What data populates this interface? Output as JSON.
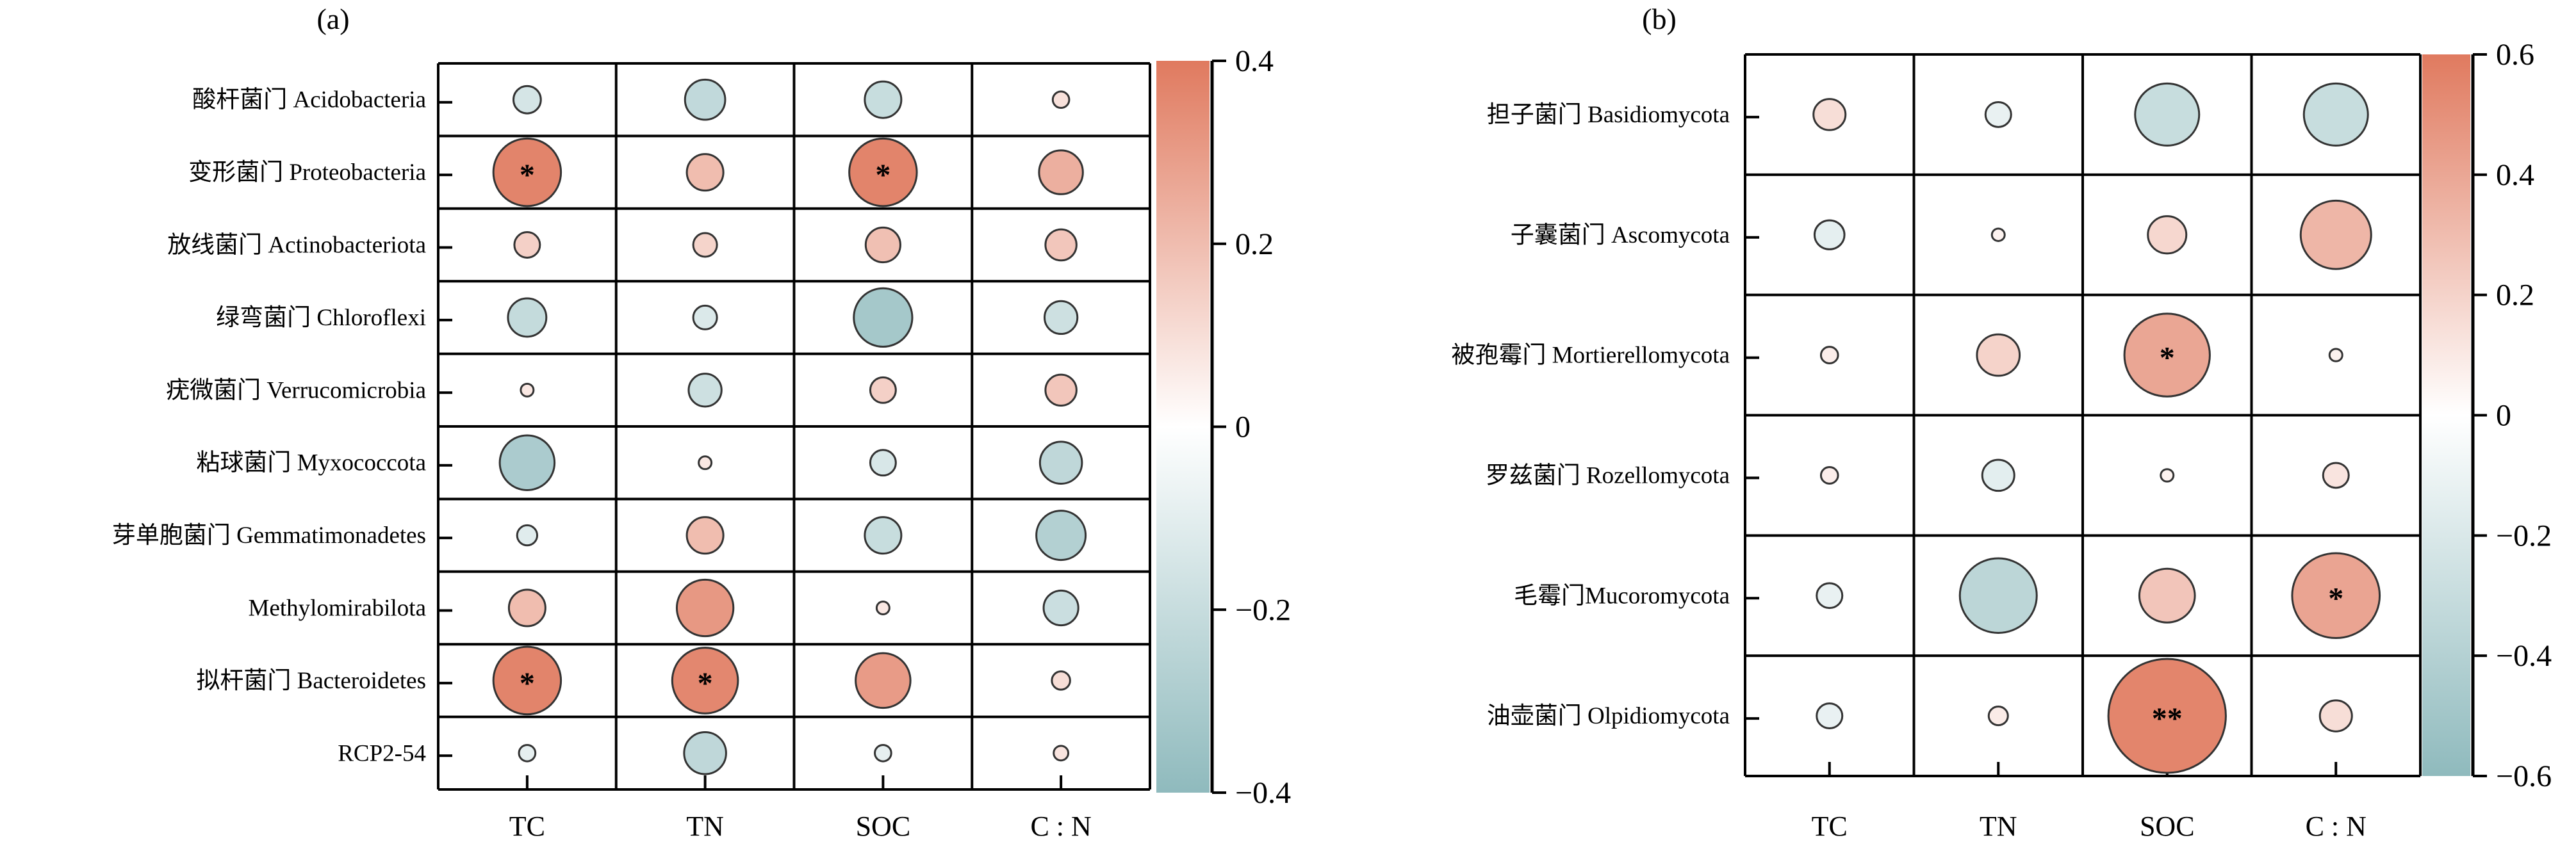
{
  "colors": {
    "high": "#E07A5F",
    "mid": "#FFFFFF",
    "low": "#8FBABD",
    "grid": "#000000",
    "stroke": "#333333"
  },
  "chart_data": [
    {
      "type": "heatmap",
      "panel_label": "(a)",
      "columns": [
        "TC",
        "TN",
        "SOC",
        "C : N"
      ],
      "rows": [
        "酸杆菌门 Acidobacteria",
        "变形菌门 Proteobacteria",
        "放线菌门 Actinobacteriota",
        "绿弯菌门 Chloroflexi",
        "疣微菌门 Verrucomicrobia",
        "粘球菌门 Myxococcota",
        "芽单胞菌门 Gemmatimonadetes",
        "Methylomirabilota",
        "拟杆菌门 Bacteroidetes",
        "RCP2-54"
      ],
      "values": [
        [
          -0.15,
          -0.22,
          -0.2,
          0.09
        ],
        [
          0.37,
          0.2,
          0.37,
          0.24
        ],
        [
          0.14,
          0.13,
          0.19,
          0.17
        ],
        [
          -0.21,
          -0.13,
          -0.32,
          -0.18
        ],
        [
          0.07,
          -0.18,
          0.14,
          0.17
        ],
        [
          -0.3,
          0.07,
          -0.14,
          -0.23
        ],
        [
          -0.11,
          0.2,
          -0.2,
          -0.27
        ],
        [
          0.2,
          0.31,
          0.07,
          -0.19
        ],
        [
          0.37,
          0.36,
          0.3,
          0.1
        ],
        [
          -0.09,
          -0.23,
          -0.09,
          0.08
        ]
      ],
      "significance": [
        [
          "",
          "",
          "",
          ""
        ],
        [
          "*",
          "",
          "*",
          ""
        ],
        [
          "",
          "",
          "",
          ""
        ],
        [
          "",
          "",
          "",
          ""
        ],
        [
          "",
          "",
          "",
          ""
        ],
        [
          "",
          "",
          "",
          ""
        ],
        [
          "",
          "",
          "",
          ""
        ],
        [
          "",
          "",
          "",
          ""
        ],
        [
          "*",
          "*",
          "",
          ""
        ],
        [
          "",
          "",
          "",
          ""
        ]
      ],
      "colorbar": {
        "range": [
          -0.4,
          0.4
        ],
        "ticks": [
          0.4,
          0.2,
          0,
          -0.2,
          -0.4
        ],
        "tick_labels": [
          "0.4",
          "0.2",
          "0",
          "−0.2",
          "−0.4"
        ]
      }
    },
    {
      "type": "heatmap",
      "panel_label": "(b)",
      "columns": [
        "TC",
        "TN",
        "SOC",
        "C : N"
      ],
      "rows": [
        "担子菌门 Basidiomycota",
        "子囊菌门 Ascomycota",
        "被孢霉门 Mortierellomycota",
        "罗兹菌门  Rozellomycota",
        "毛霉门Mucoromycota",
        "油壶菌门 Olpidiomycota"
      ],
      "values": [
        [
          0.15,
          -0.12,
          -0.3,
          -0.3
        ],
        [
          -0.14,
          0.06,
          0.18,
          0.33
        ],
        [
          0.08,
          0.2,
          0.4,
          0.06
        ],
        [
          0.08,
          -0.15,
          0.06,
          0.12
        ],
        [
          -0.12,
          -0.36,
          0.26,
          0.41
        ],
        [
          -0.12,
          0.09,
          0.55,
          0.15
        ]
      ],
      "significance": [
        [
          "",
          "",
          "",
          ""
        ],
        [
          "",
          "",
          "",
          ""
        ],
        [
          "",
          "",
          "*",
          ""
        ],
        [
          "",
          "",
          "",
          ""
        ],
        [
          "",
          "",
          "",
          "*"
        ],
        [
          "",
          "",
          "**",
          ""
        ]
      ],
      "colorbar": {
        "range": [
          -0.6,
          0.6
        ],
        "ticks": [
          0.6,
          0.4,
          0.2,
          0,
          -0.2,
          -0.4,
          -0.6
        ],
        "tick_labels": [
          "0.6",
          "0.4",
          "0.2",
          "0",
          "−0.2",
          "−0.4",
          "−0.6"
        ]
      }
    }
  ]
}
